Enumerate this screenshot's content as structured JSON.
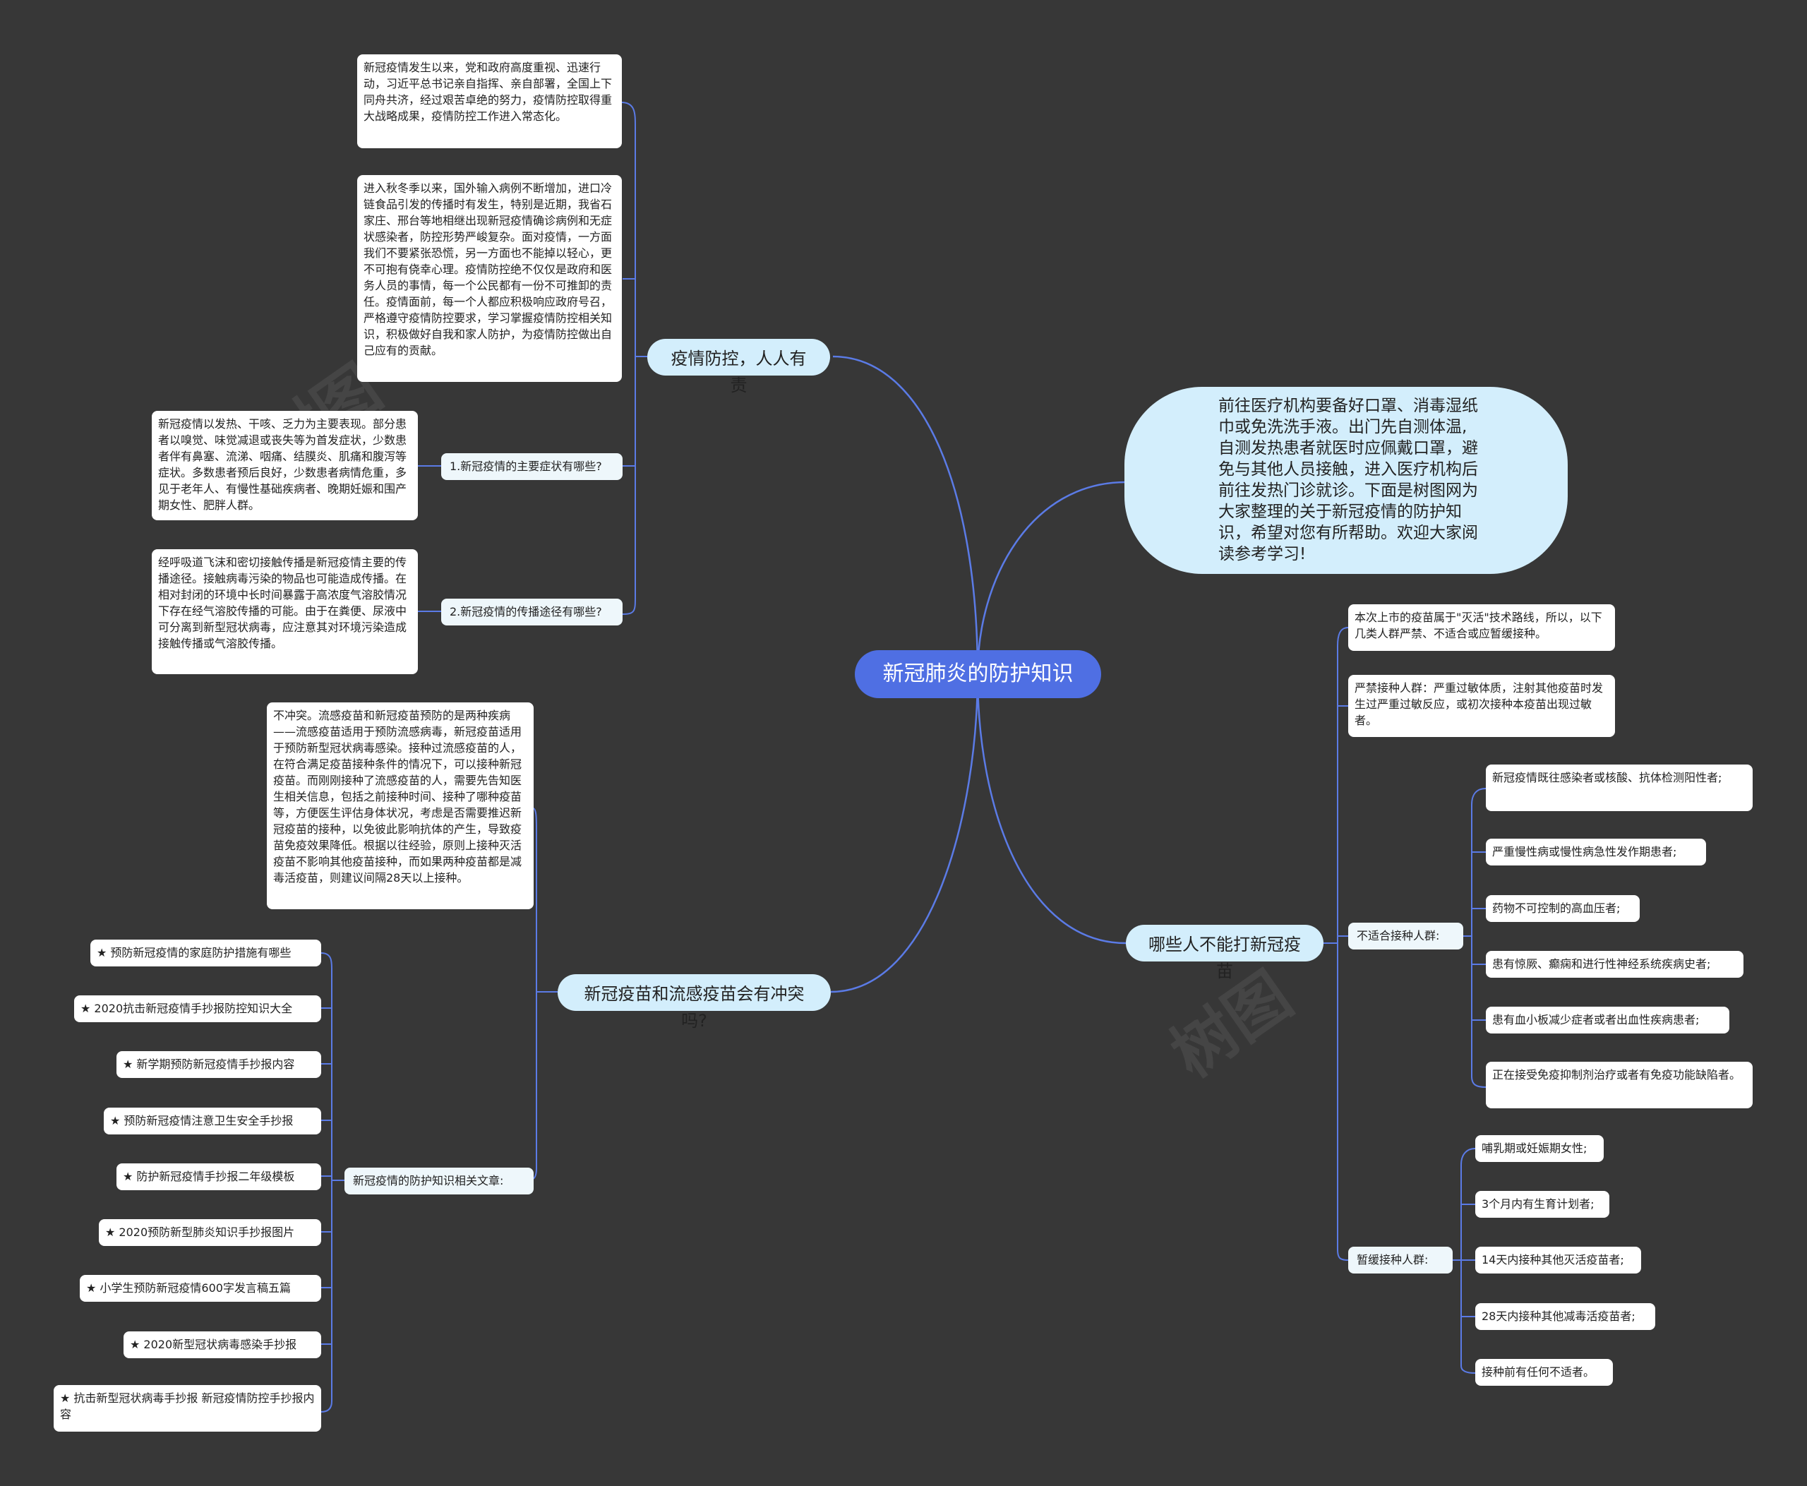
{
  "center": "新冠肺炎的防护知识",
  "intro": "前往医疗机构要备好口罩、消毒湿纸巾或免洗洗手液。出门先自测体温,自测发热患者就医时应佩戴口罩，避免与其他人员接触，进入医疗机构后前往发热门诊就诊。下面是树图网为大家整理的关于新冠疫情的防护知识，希望对您有所帮助。欢迎大家阅读参考学习!",
  "branch1": {
    "title": "疫情防控，人人有责",
    "p1": "新冠疫情发生以来，党和政府高度重视、迅速行动，习近平总书记亲自指挥、亲自部署，全国上下同舟共济，经过艰苦卓绝的努力，疫情防控取得重大战略成果，疫情防控工作进入常态化。",
    "p2": "进入秋冬季以来，国外输入病例不断增加，进口冷链食品引发的传播时有发生，特别是近期，我省石家庄、邢台等地相继出现新冠疫情确诊病例和无症状感染者，防控形势严峻复杂。面对疫情，一方面我们不要紧张恐慌，另一方面也不能掉以轻心，更不可抱有侥幸心理。疫情防控绝不仅仅是政府和医务人员的事情，每一个公民都有一份不可推卸的责任。疫情面前，每一个人都应积极响应政府号召，严格遵守疫情防控要求，学习掌握疫情防控相关知识，积极做好自我和家人防护，为疫情防控做出自己应有的贡献。",
    "q1": "1.新冠疫情的主要症状有哪些?",
    "a1": "新冠疫情以发热、干咳、乏力为主要表现。部分患者以嗅觉、味觉减退或丧失等为首发症状，少数患者伴有鼻塞、流涕、咽痛、结膜炎、肌痛和腹泻等症状。多数患者预后良好，少数患者病情危重，多见于老年人、有慢性基础疾病者、晚期妊娠和围产期女性、肥胖人群。",
    "q2": "2.新冠疫情的传播途径有哪些?",
    "a2": "经呼吸道飞沫和密切接触传播是新冠疫情主要的传播途径。接触病毒污染的物品也可能造成传播。在相对封闭的环境中长时间暴露于高浓度气溶胶情况下存在经气溶胶传播的可能。由于在粪便、尿液中可分离到新型冠状病毒，应注意其对环境污染造成接触传播或气溶胶传播。"
  },
  "branch2": {
    "title": "新冠疫苗和流感疫苗会有冲突吗?",
    "answer": "不冲突。流感疫苗和新冠疫苗预防的是两种疾病——流感疫苗适用于预防流感病毒，新冠疫苗适用于预防新型冠状病毒感染。接种过流感疫苗的人，在符合满足疫苗接种条件的情况下，可以接种新冠疫苗。而刚刚接种了流感疫苗的人，需要先告知医生相关信息，包括之前接种时间、接种了哪种疫苗等，方便医生评估身体状况，考虑是否需要推迟新冠疫苗的接种，以免彼此影响抗体的产生，导致疫苗免疫效果降低。根据以往经验，原则上接种灭活疫苗不影响其他疫苗接种，而如果两种疫苗都是减毒活疫苗，则建议间隔28天以上接种。",
    "related_label": "新冠疫情的防护知识相关文章:",
    "articles": [
      "★ 预防新冠疫情的家庭防护措施有哪些",
      "★ 2020抗击新冠疫情手抄报防控知识大全",
      "★ 新学期预防新冠疫情手抄报内容",
      "★ 预防新冠疫情注意卫生安全手抄报",
      "★ 防护新冠疫情手抄报二年级模板",
      "★ 2020预防新型肺炎知识手抄报图片",
      "★ 小学生预防新冠疫情600字发言稿五篇",
      "★ 2020新型冠状病毒感染手抄报",
      "★ 抗击新型冠状病毒手抄报 新冠疫情防控手抄报内容"
    ]
  },
  "branch3": {
    "title": "哪些人不能打新冠疫苗",
    "note1": "本次上市的疫苗属于\"灭活\"技术路线，所以，以下几类人群严禁、不适合或应暂缓接种。",
    "note2": "严禁接种人群：严重过敏体质，注射其他疫苗时发生过严重过敏反应，或初次接种本疫苗出现过敏者。",
    "unsuitable_label": "不适合接种人群:",
    "unsuitable": [
      "新冠疫情既往感染者或核酸、抗体检测阳性者;",
      "严重慢性病或慢性病急性发作期患者;",
      "药物不可控制的高血压者;",
      "患有惊厥、癫痫和进行性神经系统疾病史者;",
      "患有血小板减少症者或者出血性疾病患者;",
      "正在接受免疫抑制剂治疗或者有免疫功能缺陷者。"
    ],
    "defer_label": "暂缓接种人群:",
    "defer": [
      "哺乳期或妊娠期女性;",
      "3个月内有生育计划者;",
      "14天内接种其他灭活疫苗者;",
      "28天内接种其他减毒活疫苗者;",
      "接种前有任何不适者。"
    ]
  },
  "watermark": "树图",
  "colors": {
    "background": "#373737",
    "center": "#4f6fe3",
    "line": "#5b7be6",
    "main": "#d3eefc",
    "leaf": "#ffffff"
  }
}
